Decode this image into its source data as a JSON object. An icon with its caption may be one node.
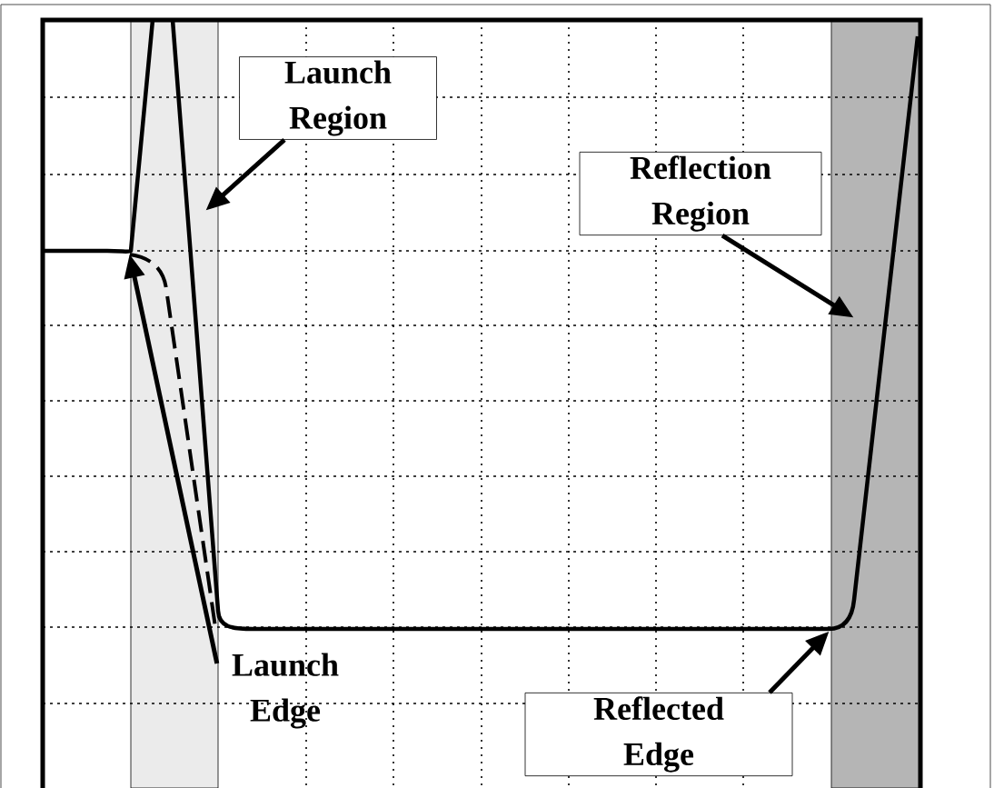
{
  "diagram": {
    "nodes": [
      {
        "text": [
          "Launch Region"
        ]
      },
      {
        "text": [
          "Reflection Region"
        ]
      },
      {
        "text": [
          "Launch Edge"
        ]
      },
      {
        "text": [
          "Reflected Edge"
        ]
      },
      {
        "text": [],
        "shape": "bar"
      },
      {
        "text": [],
        "shape": "bar"
      }
    ],
    "edges": [
      {
        "from": 0,
        "to": 4,
        "arrow": "to"
      },
      {
        "from": 1,
        "to": 5,
        "arrow": "to"
      },
      {
        "from": 2,
        "to": 4,
        "arrow": "to"
      },
      {
        "from": 3,
        "to": 5,
        "arrow": "to"
      }
    ]
  }
}
